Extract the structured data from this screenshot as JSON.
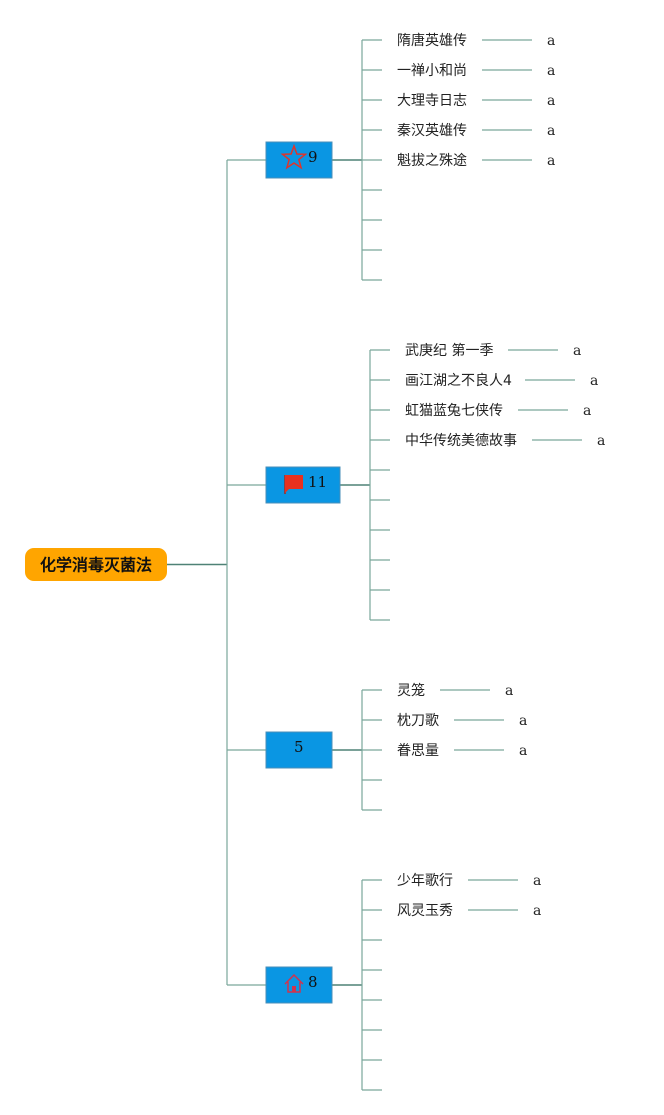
{
  "root": {
    "label": "化学消毒灭菌法",
    "color": "#ffa500"
  },
  "colors": {
    "branch_fill": "#0a96e3",
    "branch_stroke": "#4a8fb8",
    "line": "#7aa79b",
    "line_dark": "#4f8276"
  },
  "branches": [
    {
      "number": "9",
      "icon": "star-outline-icon",
      "items": [
        {
          "label": "隋唐英雄传",
          "value": "a"
        },
        {
          "label": "一禅小和尚",
          "value": "a"
        },
        {
          "label": "大理寺日志",
          "value": "a"
        },
        {
          "label": "秦汉英雄传",
          "value": "a"
        },
        {
          "label": "魁拔之殊途",
          "value": "a"
        }
      ],
      "empty_slots": 4
    },
    {
      "number": "11",
      "icon": "red-flag-icon",
      "items": [
        {
          "label": "武庚纪 第一季",
          "value": "a"
        },
        {
          "label": "画江湖之不良人4",
          "value": "a"
        },
        {
          "label": "虹猫蓝兔七侠传",
          "value": "a"
        },
        {
          "label": "中华传统美德故事",
          "value": "a"
        }
      ],
      "empty_slots": 6
    },
    {
      "number": "5",
      "icon": "",
      "items": [
        {
          "label": "灵笼",
          "value": "a"
        },
        {
          "label": "枕刀歌",
          "value": "a"
        },
        {
          "label": "眷思量",
          "value": "a"
        }
      ],
      "empty_slots": 2
    },
    {
      "number": "8",
      "icon": "home-icon",
      "items": [
        {
          "label": "少年歌行",
          "value": "a"
        },
        {
          "label": "风灵玉秀",
          "value": "a"
        }
      ],
      "empty_slots": 6
    }
  ]
}
